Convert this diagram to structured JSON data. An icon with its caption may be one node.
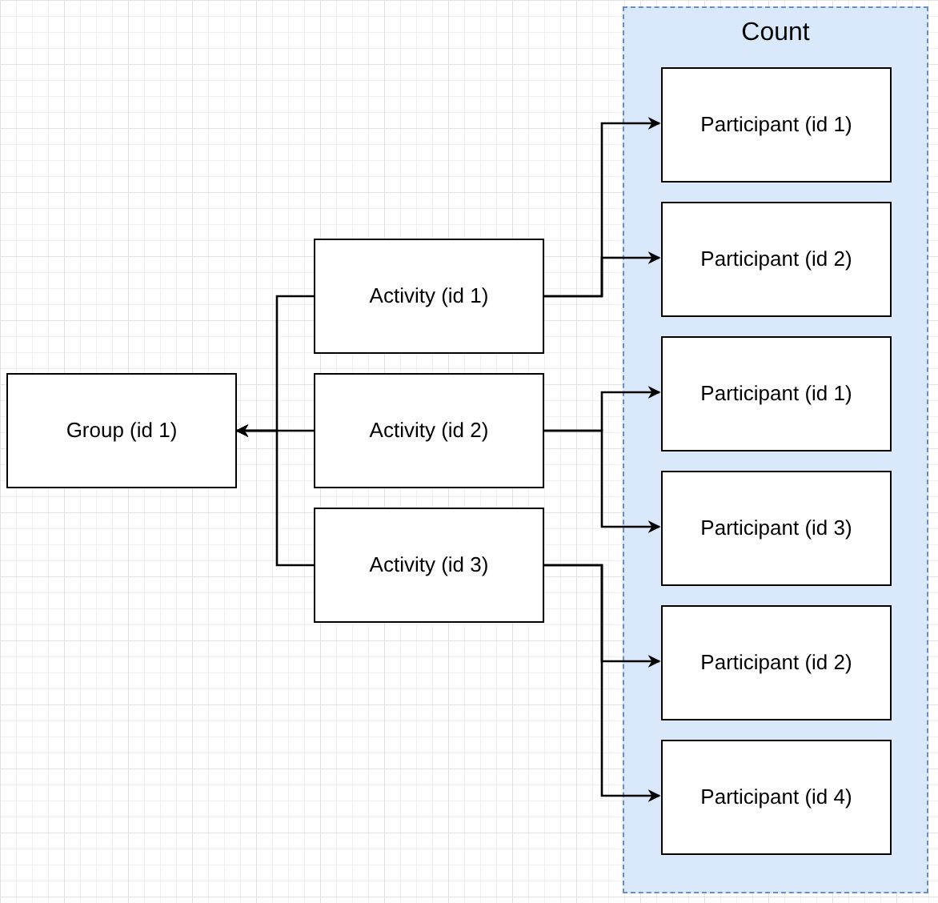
{
  "diagram": {
    "nodes": [
      {
        "text": [
          "Count"
        ]
      },
      {
        "text": [
          "Participant (id 1)"
        ],
        "in": 0
      },
      {
        "text": [
          "Participant (id 2)"
        ],
        "in": 0
      },
      {
        "text": [
          "Participant (id 1)"
        ],
        "in": 0
      },
      {
        "text": [
          "Participant (id 3)"
        ],
        "in": 0
      },
      {
        "text": [
          "Participant (id 2)"
        ],
        "in": 0
      },
      {
        "text": [
          "Participant (id 4)"
        ],
        "in": 0
      },
      {
        "text": [
          "Group (id 1)"
        ]
      },
      {
        "text": [
          "Activity (id 1)"
        ]
      },
      {
        "text": [
          "Activity (id 2)"
        ]
      },
      {
        "text": [
          "Activity (id 3)"
        ]
      }
    ],
    "edges": [
      {
        "from": 8,
        "to": 7,
        "arrow": "to"
      },
      {
        "from": 9,
        "to": 7,
        "arrow": "to"
      },
      {
        "from": 10,
        "to": 7,
        "arrow": "to"
      },
      {
        "from": 8,
        "to": 1,
        "arrow": "to"
      },
      {
        "from": 8,
        "to": 2,
        "arrow": "to"
      },
      {
        "from": 9,
        "to": 3,
        "arrow": "to"
      },
      {
        "from": 9,
        "to": 4,
        "arrow": "to"
      },
      {
        "from": 10,
        "to": 5,
        "arrow": "to"
      },
      {
        "from": 10,
        "to": 6,
        "arrow": "to"
      }
    ]
  }
}
